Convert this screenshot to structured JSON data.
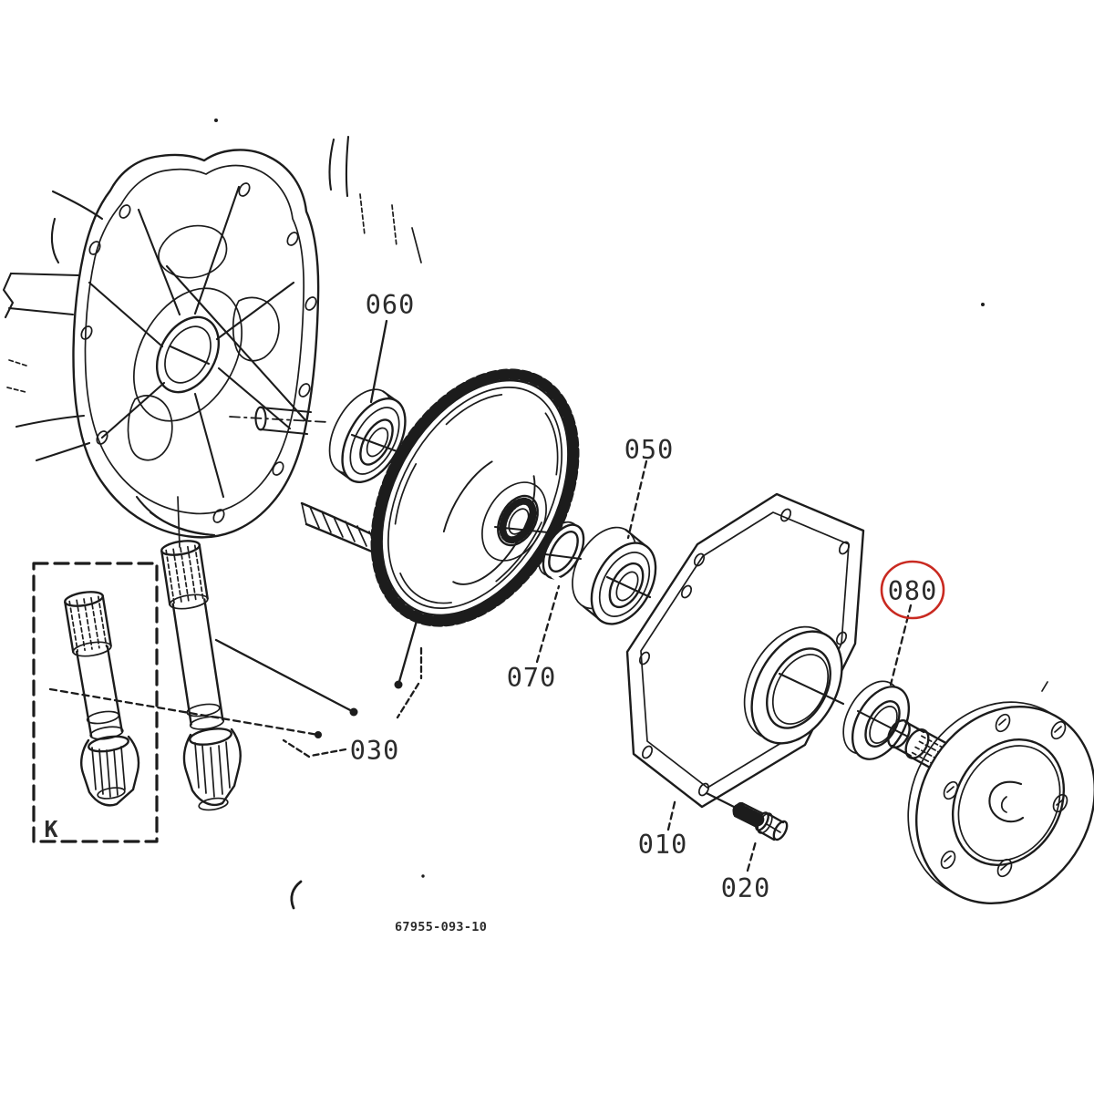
{
  "diagram": {
    "part_number": "67955-093-10",
    "group_label": "K",
    "callouts": [
      {
        "text": "060",
        "circled": false
      },
      {
        "text": "050",
        "circled": false
      },
      {
        "text": "070",
        "circled": false
      },
      {
        "text": "030",
        "circled": false
      },
      {
        "text": "010",
        "circled": false
      },
      {
        "text": "020",
        "circled": false
      },
      {
        "text": "080",
        "circled": true
      }
    ],
    "colors": {
      "line": "#1c1c1c",
      "label": "#2b2b2b",
      "highlight": "#c92a21",
      "background": "#ffffff"
    }
  }
}
